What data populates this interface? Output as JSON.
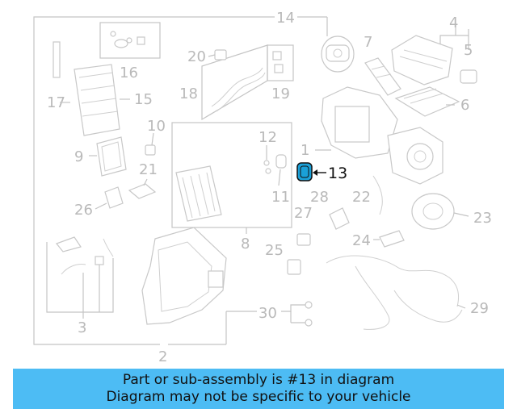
{
  "diagram": {
    "callouts": [
      "1",
      "2",
      "3",
      "4",
      "5",
      "6",
      "7",
      "8",
      "9",
      "10",
      "11",
      "12",
      "13",
      "14",
      "15",
      "16",
      "17",
      "18",
      "19",
      "20",
      "21",
      "22",
      "23",
      "24",
      "25",
      "26",
      "27",
      "28",
      "29",
      "30"
    ],
    "highlighted_part": "13",
    "highlight_color": "#1aa0d8"
  },
  "banner": {
    "line1": "Part or sub-assembly is #13 in diagram",
    "line2": "Diagram may not be specific to your vehicle",
    "background": "#4dbcf4"
  }
}
